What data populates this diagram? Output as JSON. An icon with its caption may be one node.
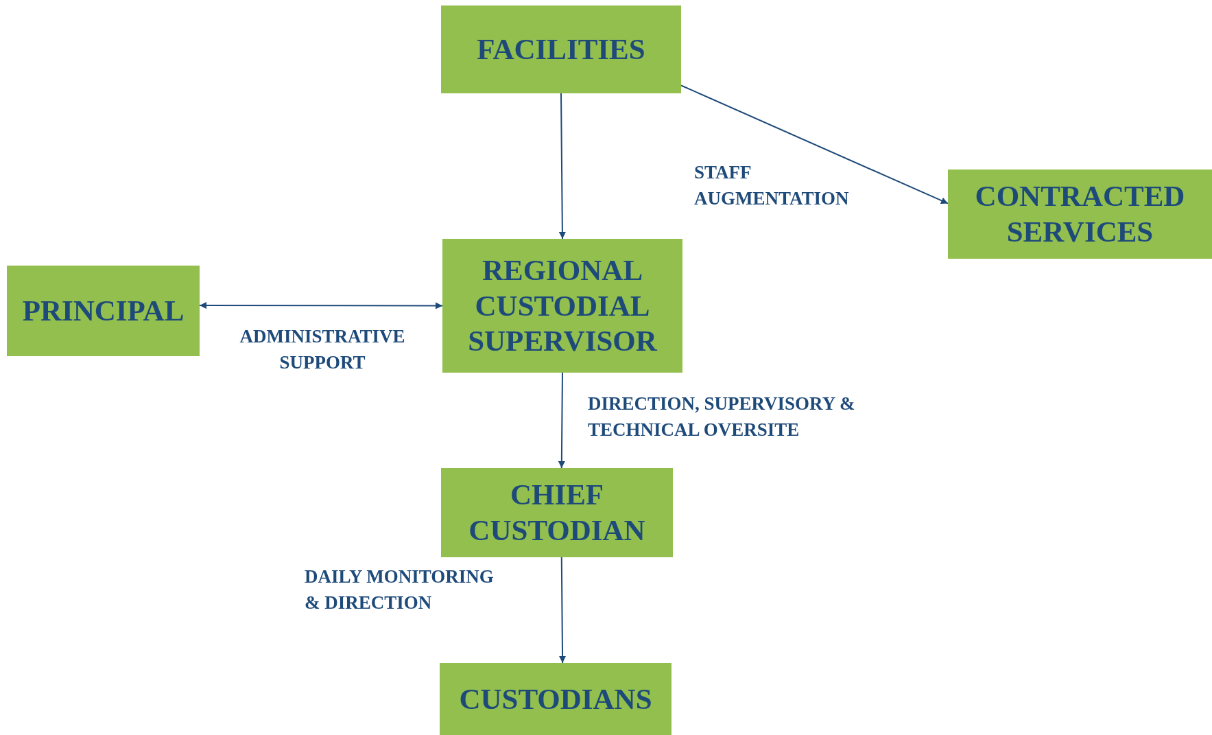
{
  "diagram": {
    "nodes": [
      {
        "text": [
          "FACILITIES"
        ]
      },
      {
        "text": [
          "CONTRACTED SERVICES"
        ]
      },
      {
        "text": [
          "PRINCIPAL"
        ]
      },
      {
        "text": [
          "REGIONAL CUSTODIAL SUPERVISOR"
        ]
      },
      {
        "text": [
          "CHIEF CUSTODIAN"
        ]
      },
      {
        "text": [
          "CUSTODIANS"
        ]
      }
    ],
    "edges": [
      {
        "from": 0,
        "to": 3,
        "arrow": "to"
      },
      {
        "from": 0,
        "to": 1,
        "arrow": "to",
        "label": "STAFF AUGMENTATION"
      },
      {
        "from": 2,
        "to": 3,
        "arrow": "both",
        "label": "ADMINISTRATIVE SUPPORT"
      },
      {
        "from": 3,
        "to": 4,
        "arrow": "to",
        "label": "DIRECTION, SUPERVISORY & TECHNICAL OVERSITE"
      },
      {
        "from": 4,
        "to": 5,
        "arrow": "to",
        "label": "DAILY MONITORING & DIRECTION"
      }
    ]
  }
}
